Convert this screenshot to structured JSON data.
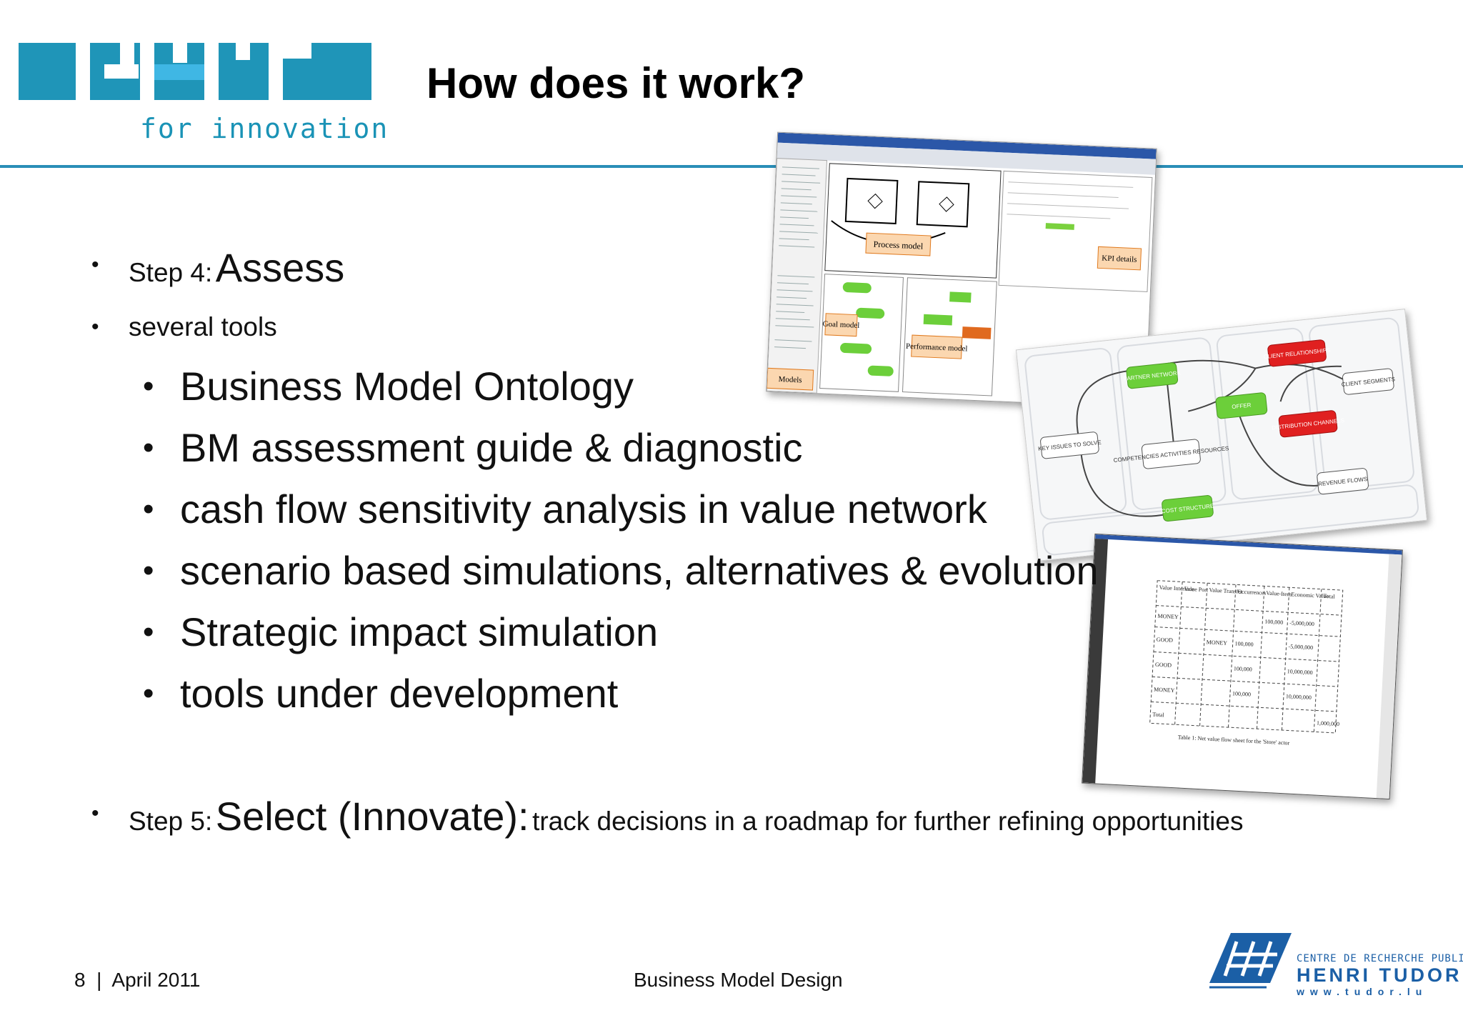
{
  "header": {
    "logo_tagline": "for innovation",
    "title": "How does it work?"
  },
  "bullets": {
    "step4_prefix": "Step 4:",
    "step4_main": "Assess",
    "several_tools": "several tools",
    "tools": [
      "Business Model Ontology",
      "BM assessment guide & diagnostic",
      "cash flow sensitivity analysis in value network",
      "scenario based simulations, alternatives & evolution",
      "Strategic impact simulation",
      "tools under development"
    ],
    "step5_prefix": "Step 5:",
    "step5_main": "Select (Innovate):",
    "step5_rest": "track decisions in a roadmap for further refining opportunities"
  },
  "tool_screenshot": {
    "labels": [
      "Process model",
      "KPI details",
      "Goal model",
      "Performance model",
      "Models"
    ]
  },
  "canvas_screenshot": {
    "blocks": [
      "PARTNER NETWORK",
      "OFFER",
      "CLIENT RELATIONSHIPS",
      "CLIENT SEGMENTS",
      "KEY ISSUES TO SOLVE",
      "COMPETENCIES ACTIVITIES RESOURCES",
      "DISTRIBUTION CHANNELS",
      "COST STRUCTURE",
      "REVENUE FLOWS"
    ]
  },
  "table_screenshot": {
    "headers": [
      "Value Interface",
      "Value Port",
      "Value Transfer",
      "Occurrences",
      "Value-Item",
      "Economic Value",
      "Total"
    ],
    "rows": [
      [
        "MONEY",
        "",
        "",
        "",
        "100,000",
        "-5,000,000",
        ""
      ],
      [
        "GOOD",
        "",
        "MONEY",
        "100,000",
        "",
        "-5,000,000",
        ""
      ],
      [
        "GOOD",
        "",
        "",
        "100,000",
        "",
        "10,000,000",
        ""
      ],
      [
        "MONEY",
        "",
        "",
        "100,000",
        "",
        "10,000,000",
        ""
      ],
      [
        "Total",
        "",
        "",
        "",
        "",
        "",
        "1,000,000"
      ]
    ],
    "caption": "Table 1: Net value flow sheet for the 'Store' actor"
  },
  "footer": {
    "left": "8  |  April 2011",
    "center": "Business Model Design",
    "logo_line1": "CENTRE DE RECHERCHE PUBLIC",
    "logo_line2": "HENRI TUDOR",
    "logo_line3": "www.tudor.lu"
  },
  "colors": {
    "brand_teal": "#1a93b6",
    "brand_light": "#3fb7e4",
    "rule": "#2a8eb7",
    "tudor_blue": "#1b5fa6",
    "green_block": "#6ccf3a",
    "red_block": "#e02020"
  }
}
